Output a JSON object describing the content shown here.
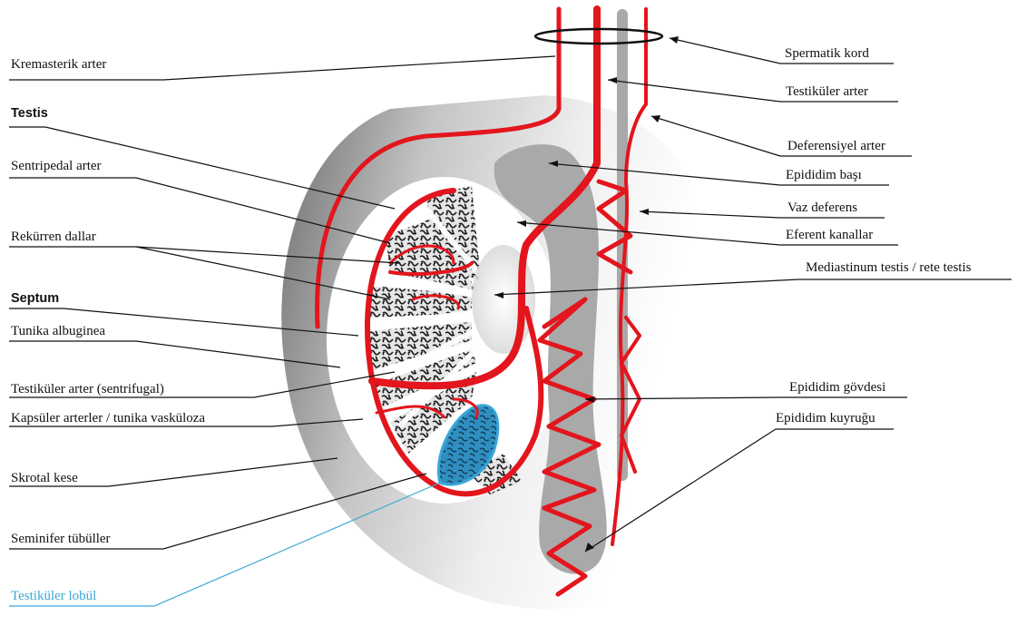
{
  "labels_left": {
    "kremasterik_arter": "Kremasterik arter",
    "testis": "Testis",
    "sentripedal_arter": "Sentripedal arter",
    "rekurren_dallar": "Rekürren dallar",
    "septum": "Septum",
    "tunika_albuginea": "Tunika albuginea",
    "testikuler_arter_sentrifugal": "Testiküler arter (sentrifugal)",
    "kapsuler_arterler": "Kapsüler arterler / tunika vasküloza",
    "skrotal_kese": "Skrotal kese",
    "seminifer_tubuller": "Seminifer tübüller",
    "testikuler_lobul": "Testiküler lobül"
  },
  "labels_right": {
    "spermatik_kord": "Spermatik kord",
    "testikuler_arter": "Testiküler arter",
    "deferensiyel_arter": "Deferensiyel arter",
    "epididim_basi": "Epididim başı",
    "vaz_deferens": "Vaz deferens",
    "eferent_kanallar": "Eferent kanallar",
    "mediastinum": "Mediastinum testis / rete testis",
    "epididim_govdesi": "Epididim gövdesi",
    "epididim_kuyrugu": "Epididim kuyruğu"
  },
  "colors": {
    "artery": "#e3151d",
    "epididymis": "#a9a9a9",
    "lobule": "#3aa6d6",
    "leader": "#111111"
  }
}
